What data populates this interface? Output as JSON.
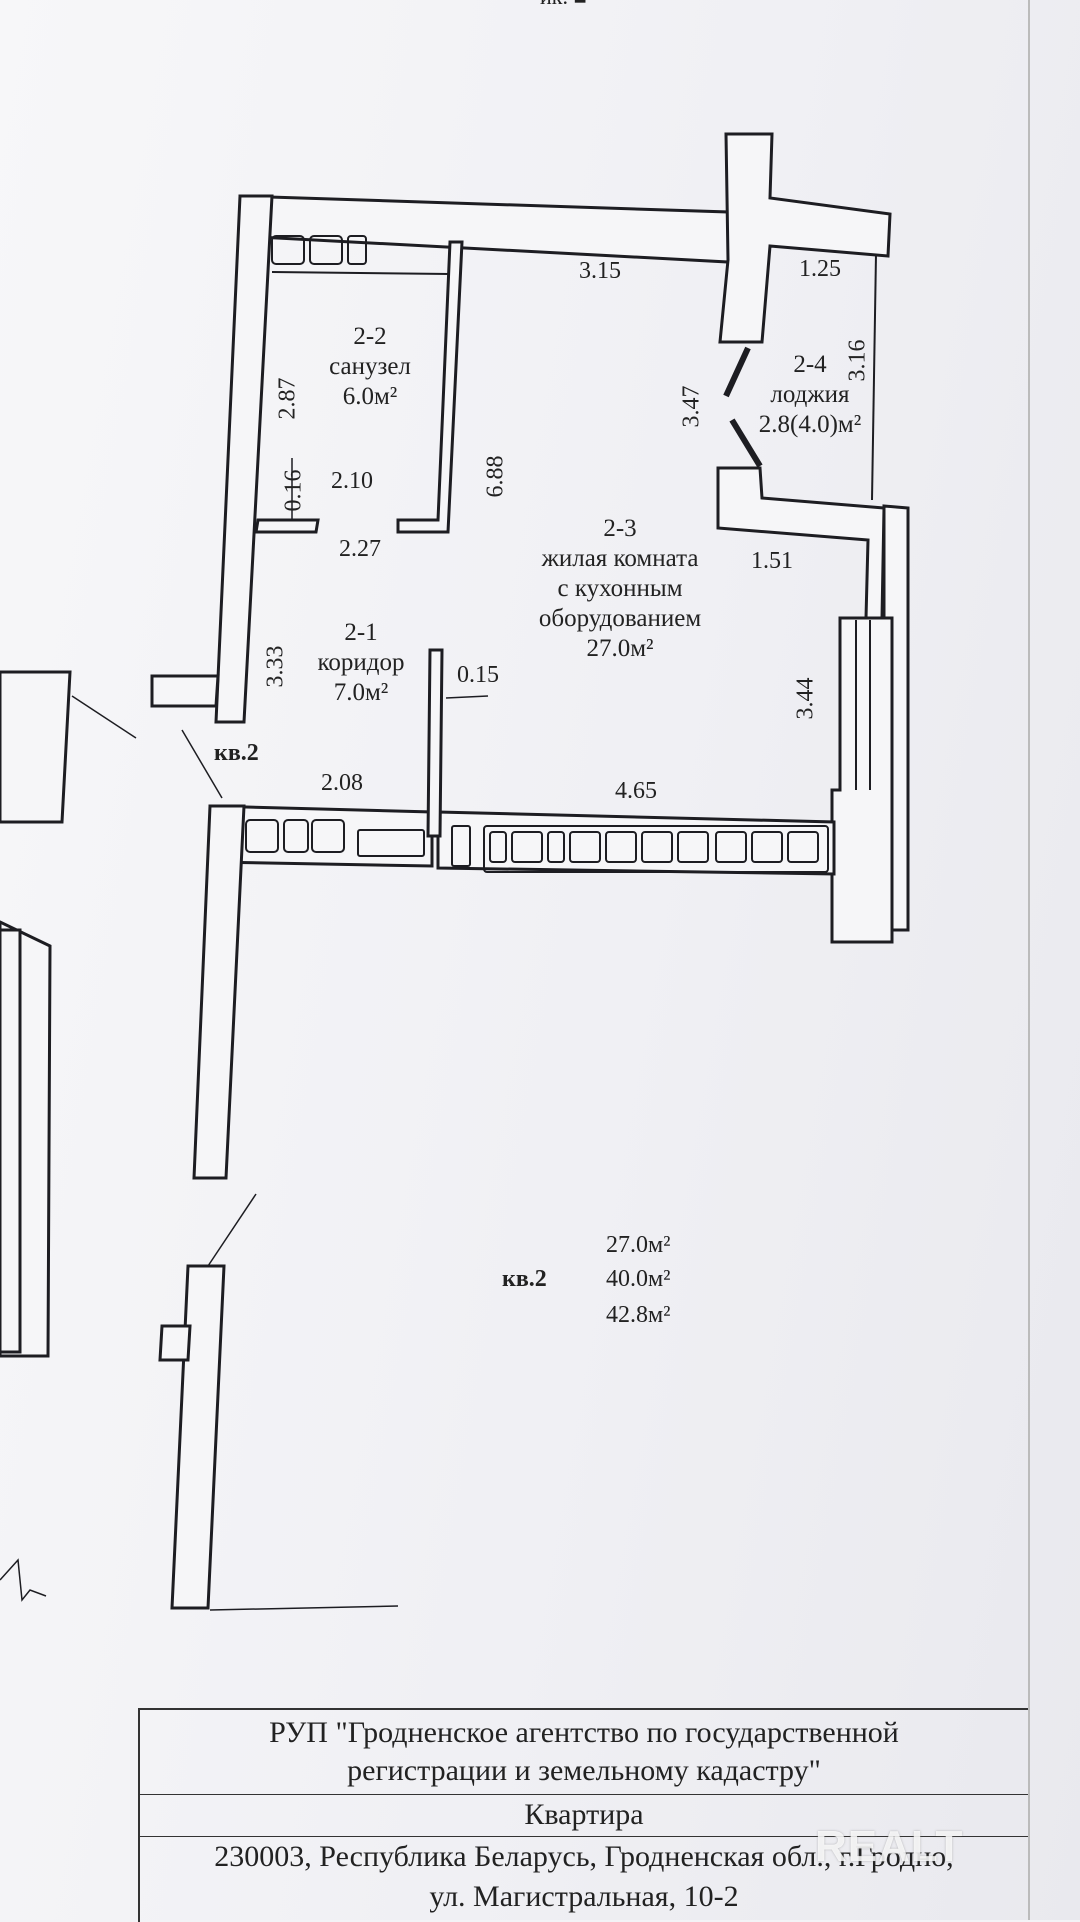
{
  "top_cut_text": "ик. ■",
  "rooms": {
    "r22": {
      "id": "2-2",
      "name": "санузел",
      "area": "6.0м²"
    },
    "r21": {
      "id": "2-1",
      "name": "коридор",
      "area": "7.0м²"
    },
    "r23": {
      "id": "2-3",
      "name_line1": "жилая комната",
      "name_line2": "с кухонным",
      "name_line3": "оборудованием",
      "area": "27.0м²"
    },
    "r24": {
      "id": "2-4",
      "name": "лоджия",
      "area": "2.8(4.0)м²"
    }
  },
  "dimensions": {
    "d315": "3.15",
    "d125": "1.25",
    "d316": "3.16",
    "d347": "3.47",
    "d287": "2.87",
    "d688": "6.88",
    "d016": "0.16",
    "d210": "2.10",
    "d227": "2.27",
    "d151": "1.51",
    "d333": "3.33",
    "d015": "0.15",
    "d344": "3.44",
    "d208": "2.08",
    "d465": "4.65"
  },
  "apartment_label_top": "кв.2",
  "summary": {
    "label": "кв.2",
    "living": "27.0м²",
    "total": "40.0м²",
    "total_with_loggia": "42.8м²"
  },
  "title_block": {
    "org_line1": "РУП \"Гродненское агентство по государственной",
    "org_line2": "регистрации  и земельному кадастру\"",
    "object": "Квартира",
    "address_line1": "230003, Республика Беларусь, Гродненская обл., г.Гродно,",
    "address_line2": "ул. Магистральная, 10-2"
  },
  "watermark": "REALT"
}
